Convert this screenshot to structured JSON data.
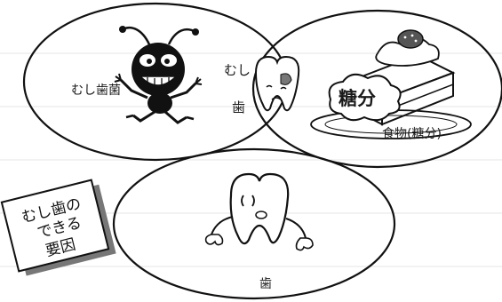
{
  "diagram": {
    "sets": [
      {
        "id": "bacteria",
        "label": "むし歯菌"
      },
      {
        "id": "sugar",
        "label": "食物(糖分)"
      },
      {
        "id": "teeth",
        "label": "歯"
      }
    ],
    "center_label_line1": "むし",
    "center_label_line2": "歯",
    "cake_sign": "糖分",
    "sign_lines": [
      "むし歯の",
      "できる",
      "要因"
    ]
  }
}
